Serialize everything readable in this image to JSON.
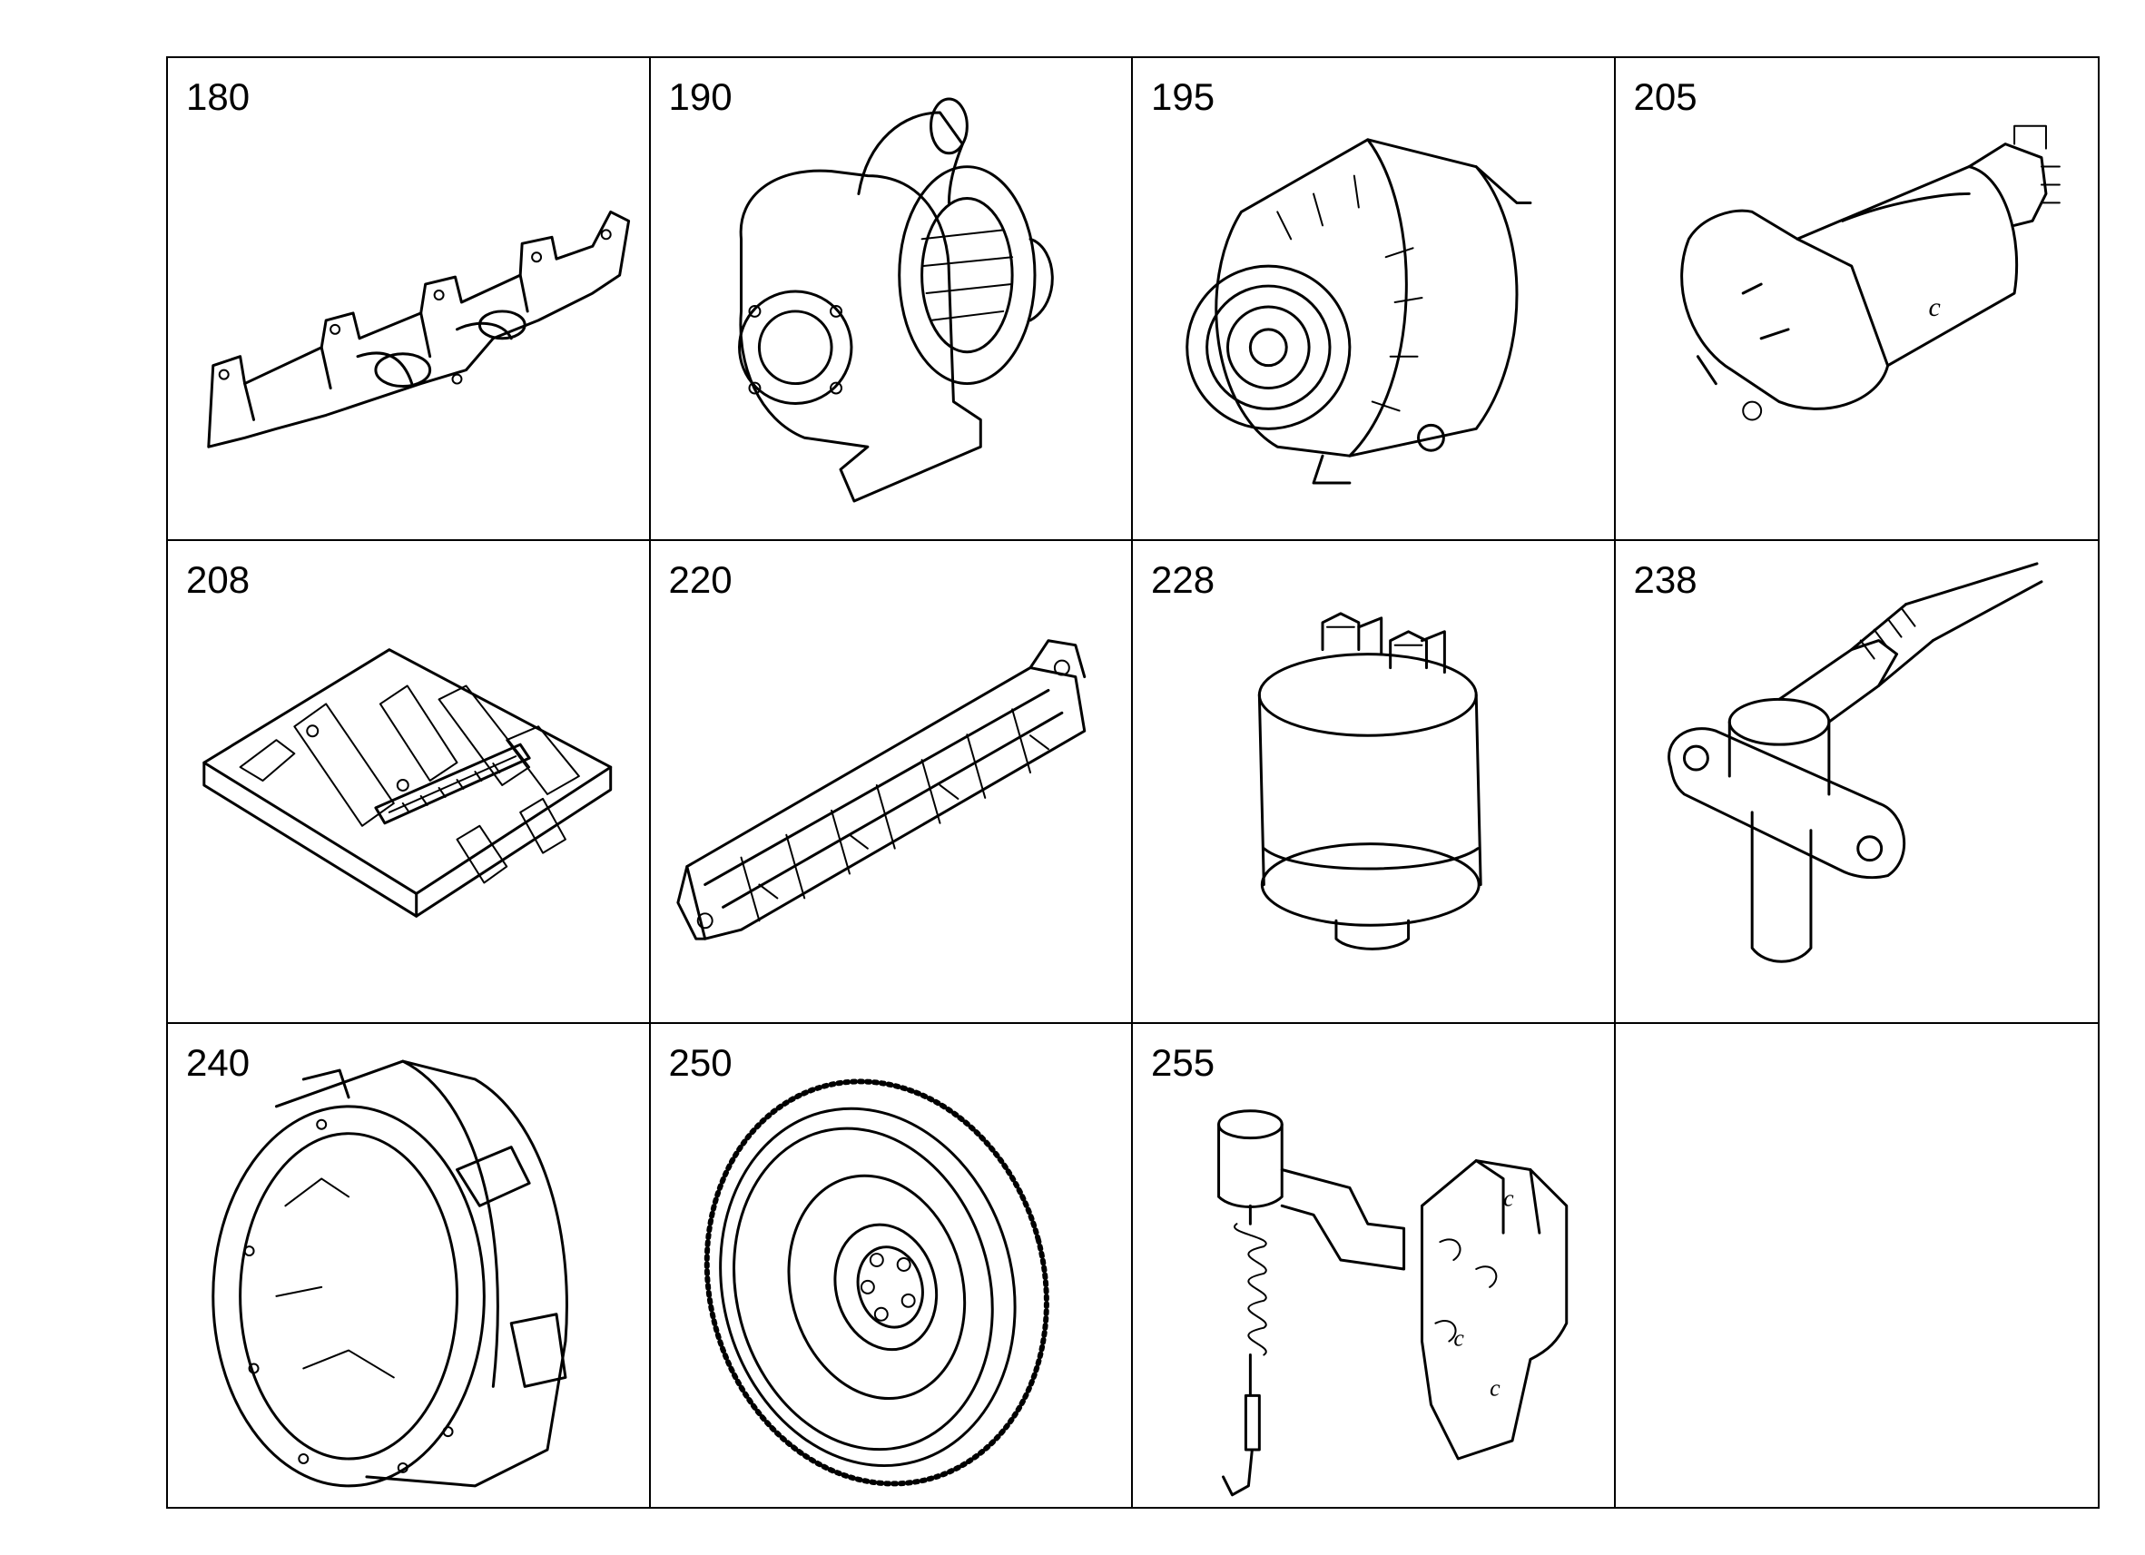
{
  "parts": [
    {
      "number": "180",
      "icon": "exhaust-manifold-icon"
    },
    {
      "number": "190",
      "icon": "turbocharger-icon"
    },
    {
      "number": "195",
      "icon": "alternator-icon"
    },
    {
      "number": "205",
      "icon": "starter-motor-icon"
    },
    {
      "number": "208",
      "icon": "control-unit-icon"
    },
    {
      "number": "220",
      "icon": "intake-manifold-icon"
    },
    {
      "number": "228",
      "icon": "pressure-sender-icon"
    },
    {
      "number": "238",
      "icon": "speed-sensor-icon"
    },
    {
      "number": "240",
      "icon": "flywheel-housing-icon"
    },
    {
      "number": "250",
      "icon": "flywheel-icon"
    },
    {
      "number": "255",
      "icon": "oil-filter-bracket-icon"
    },
    {
      "number": "",
      "icon": ""
    }
  ]
}
